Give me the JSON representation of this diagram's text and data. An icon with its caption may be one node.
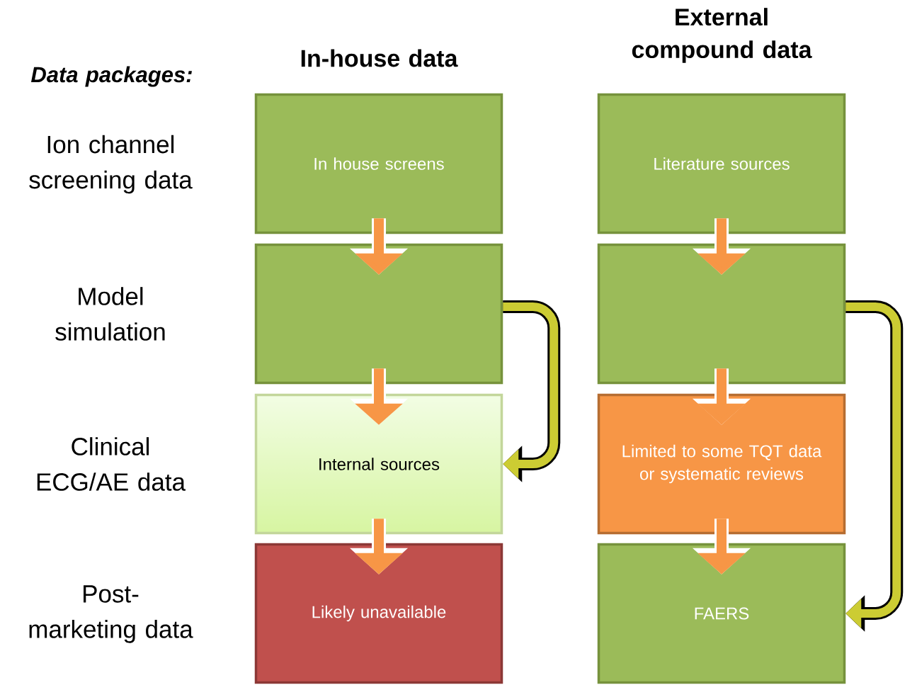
{
  "diagram": {
    "nodes": [
      {
        "text": [
          "In house screens"
        ]
      },
      {
        "text": [],
        "shape": "box"
      },
      {
        "text": [
          "Internal sources"
        ]
      },
      {
        "text": [
          "Likely unavailable"
        ]
      },
      {
        "text": [
          "Literature sources"
        ]
      },
      {
        "text": [],
        "shape": "box"
      },
      {
        "text": [
          "Limited to some TQT data or systematic reviews"
        ]
      },
      {
        "text": [
          "FAERS"
        ]
      }
    ],
    "edges": [
      {
        "from": 0,
        "to": 1,
        "arrow": "to"
      },
      {
        "from": 1,
        "to": 2,
        "arrow": "to"
      },
      {
        "from": 2,
        "to": 3,
        "arrow": "to"
      },
      {
        "from": 4,
        "to": 5,
        "arrow": "to"
      },
      {
        "from": 5,
        "to": 6,
        "arrow": "to"
      },
      {
        "from": 6,
        "to": 7,
        "arrow": "to"
      },
      {
        "from": 1,
        "to": 2,
        "arrow": "to",
        "color": "#cccc33"
      },
      {
        "from": 5,
        "to": 7,
        "arrow": "to",
        "color": "#cccc33"
      }
    ],
    "labels": [
      "External compound data",
      "In-house data",
      "Data packages:",
      "Ion channel screening data",
      "Model simulation",
      "Clinical ECG/AE data",
      "Post-marketing data"
    ]
  }
}
